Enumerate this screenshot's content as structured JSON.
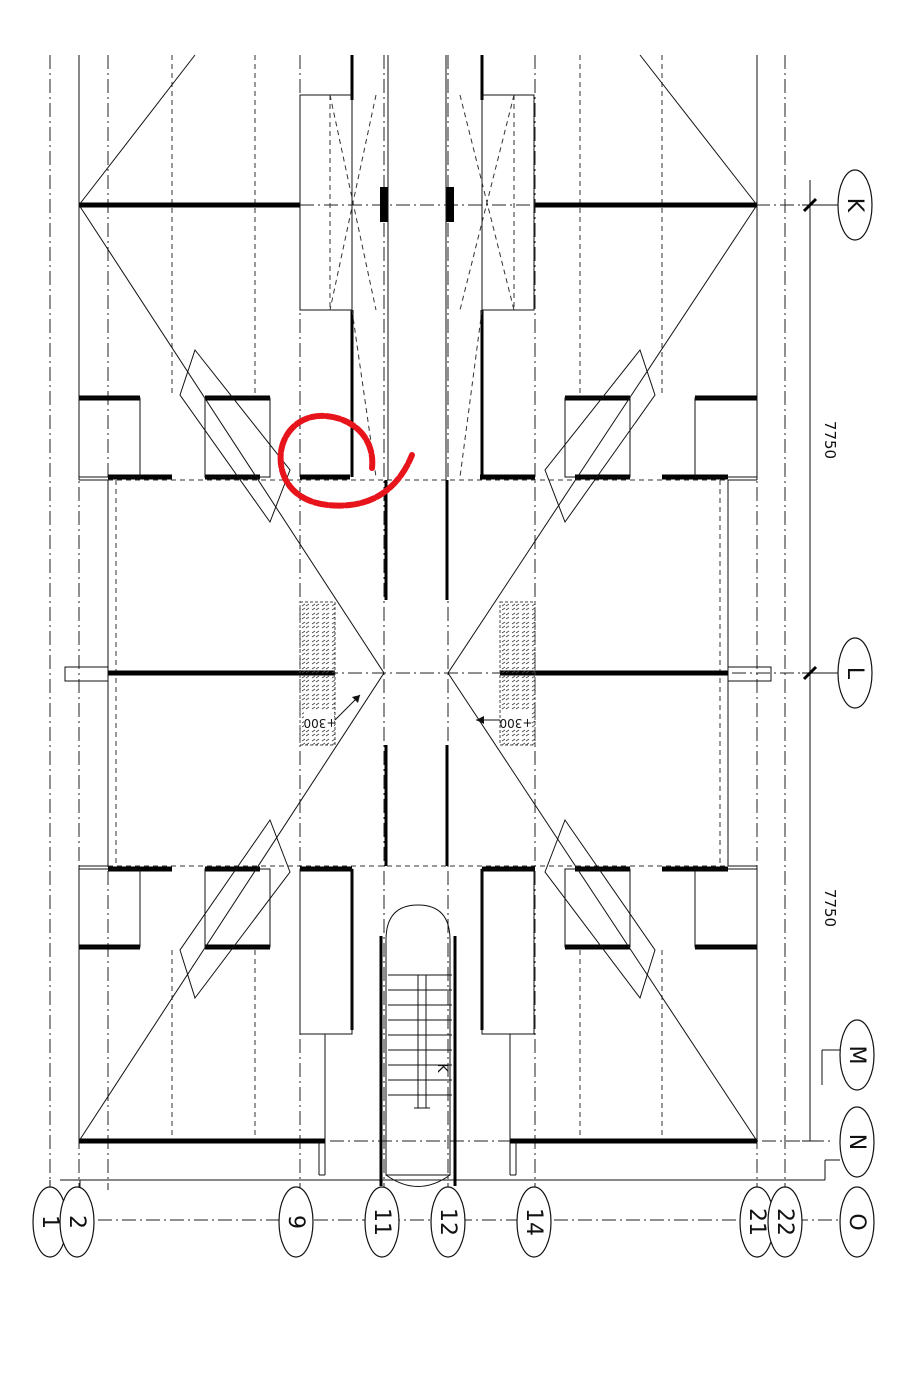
{
  "grid_rows": {
    "K": "K",
    "L": "L",
    "M": "M",
    "N": "N",
    "O": "O"
  },
  "grid_columns": {
    "c1": "1",
    "c2": "2",
    "c9": "9",
    "c11": "11",
    "c12": "12",
    "c14": "14",
    "c21": "21",
    "c22": "22"
  },
  "dimensions": {
    "upper": "7750",
    "lower": "7750"
  },
  "slab_labels": {
    "left": "+300",
    "right": "+300"
  },
  "stair_arrow": "K",
  "colors": {
    "line": "#111111",
    "markup": "#e8141c"
  }
}
